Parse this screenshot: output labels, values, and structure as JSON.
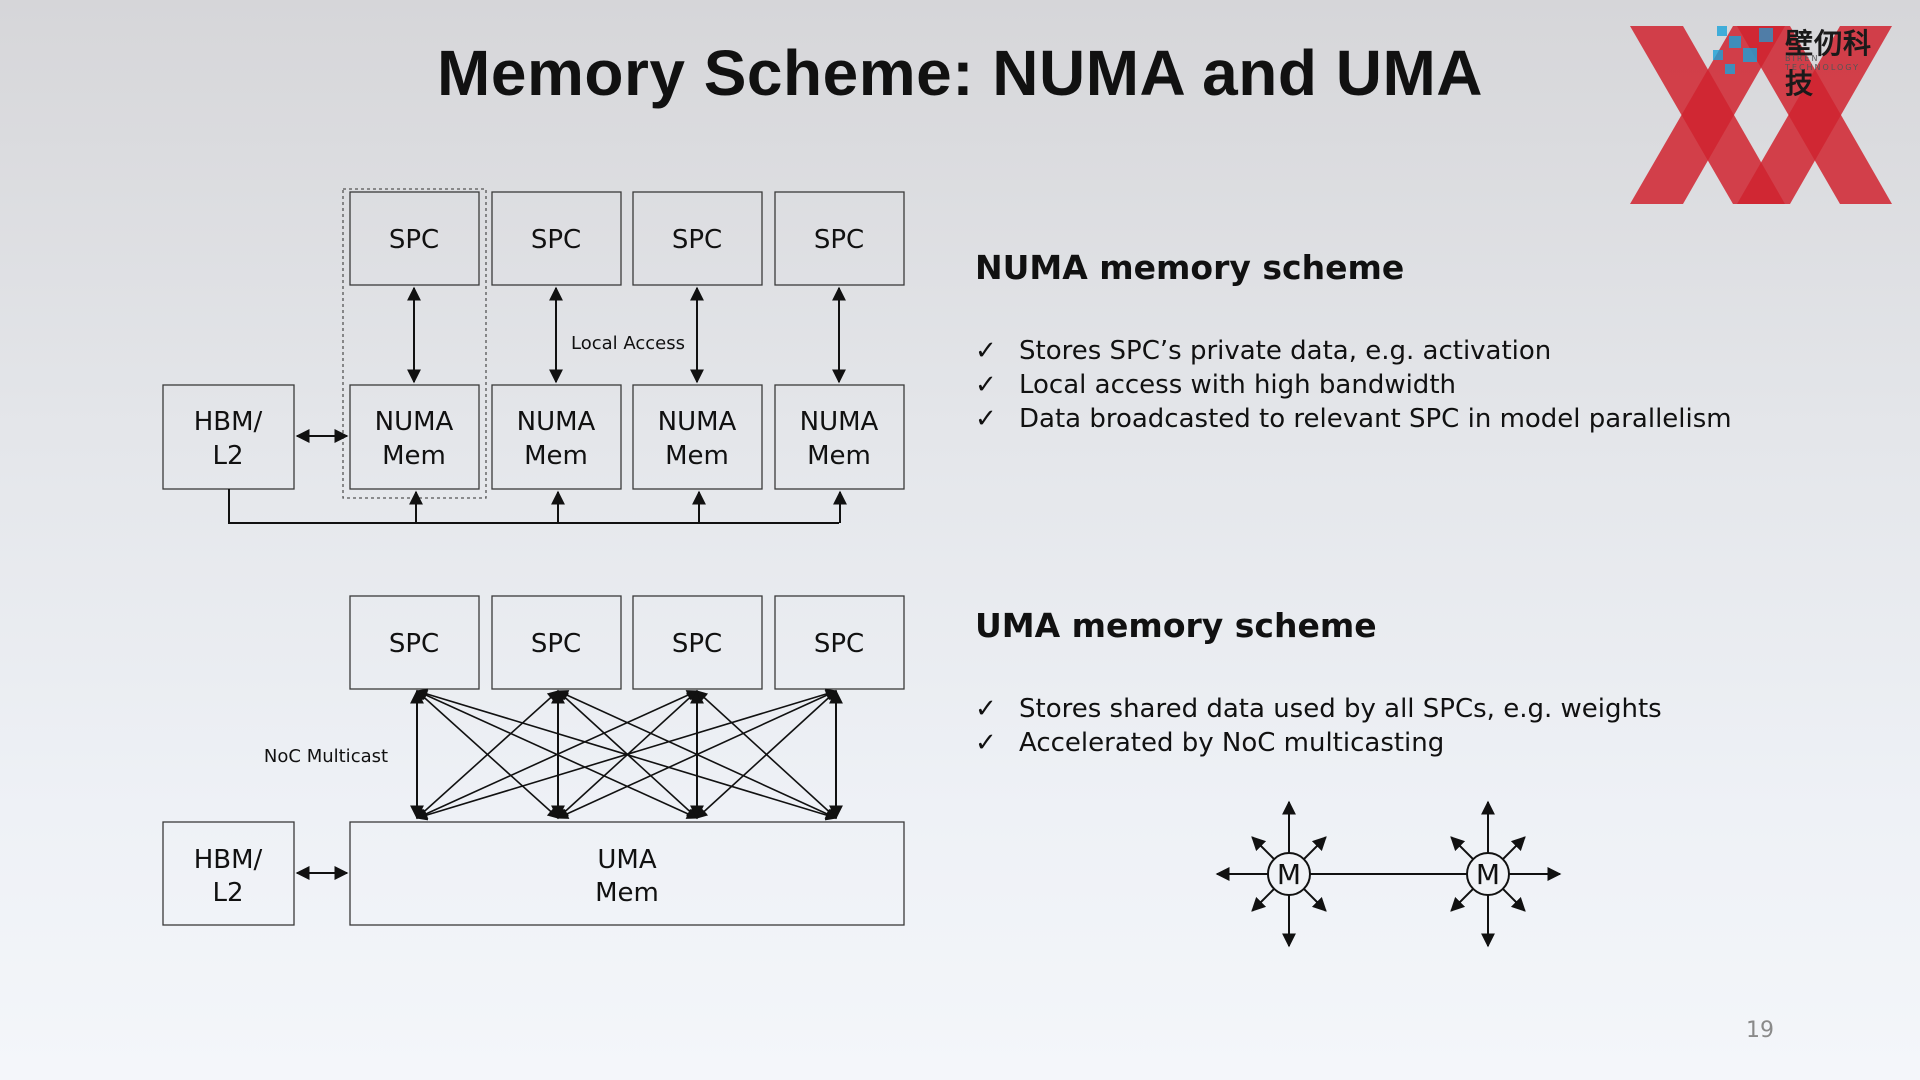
{
  "slide": {
    "title": "Memory Scheme: NUMA and UMA",
    "page_number": "19"
  },
  "logo": {
    "name": "壁仞科技",
    "subtitle": "BIREN TECHNOLOGY",
    "accent_color": "#d0232f"
  },
  "numa_diagram": {
    "spc_labels": [
      "SPC",
      "SPC",
      "SPC",
      "SPC"
    ],
    "mem_labels": [
      [
        "NUMA",
        "Mem"
      ],
      [
        "NUMA",
        "Mem"
      ],
      [
        "NUMA",
        "Mem"
      ],
      [
        "NUMA",
        "Mem"
      ]
    ],
    "hbm_label": [
      "HBM/",
      "L2"
    ],
    "local_access_label": "Local Access"
  },
  "uma_diagram": {
    "spc_labels": [
      "SPC",
      "SPC",
      "SPC",
      "SPC"
    ],
    "mem_label": [
      "UMA",
      "Mem"
    ],
    "hbm_label": [
      "HBM/",
      "L2"
    ],
    "multicast_label": "NoC Multicast"
  },
  "numa_section": {
    "heading": "NUMA memory scheme",
    "check_glyph": "✓",
    "items": [
      "Stores SPC’s private data, e.g. activation",
      "Local access with high bandwidth",
      "Data broadcasted to relevant SPC in model parallelism"
    ]
  },
  "uma_section": {
    "heading": "UMA memory scheme",
    "check_glyph": "✓",
    "items": [
      "Stores shared data used by all SPCs, e.g. weights",
      "Accelerated by NoC multicasting"
    ]
  },
  "noc_illustration": {
    "node_labels": [
      "M",
      "M"
    ]
  }
}
